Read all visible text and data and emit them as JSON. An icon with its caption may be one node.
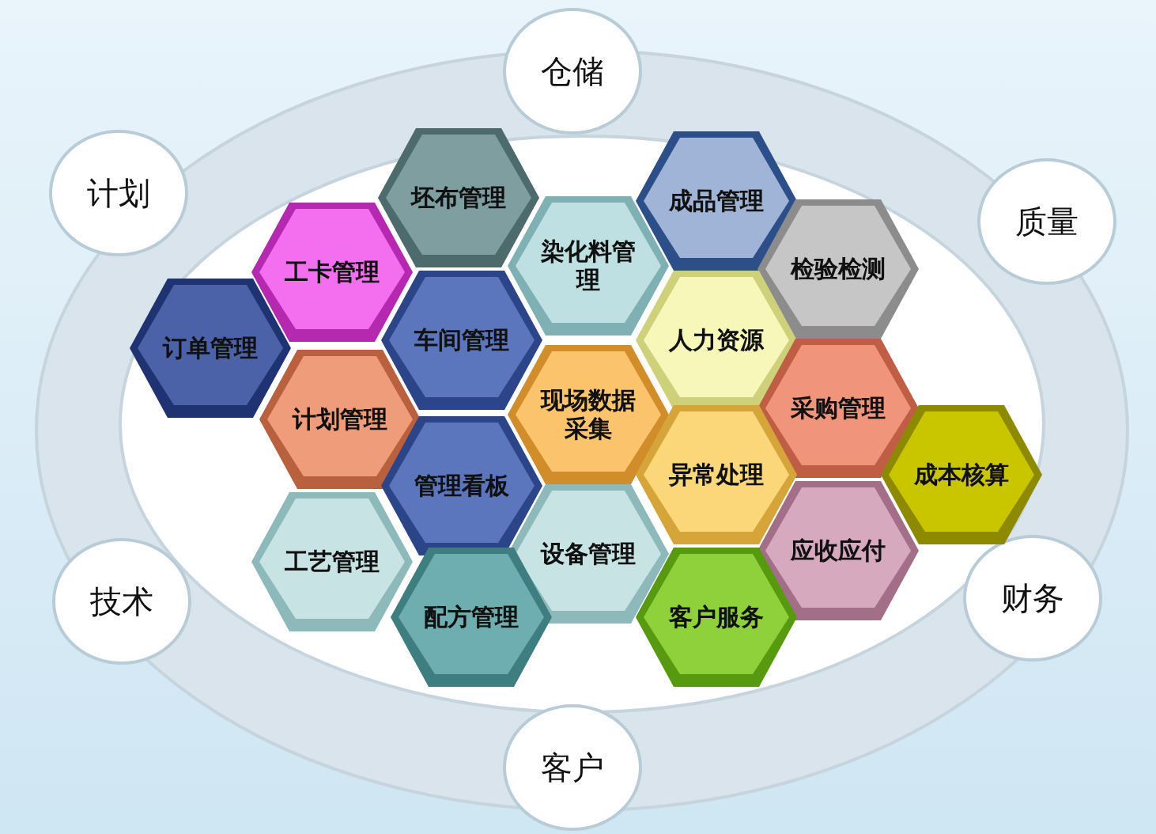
{
  "diagram": {
    "nodes": [
      {
        "text": [
          "仓储"
        ]
      },
      {
        "text": [
          "计划"
        ]
      },
      {
        "text": [
          "质量"
        ]
      },
      {
        "text": [
          "技术"
        ]
      },
      {
        "text": [
          "财务"
        ]
      },
      {
        "text": [
          "客户"
        ]
      },
      {
        "text": [
          "坯布管理"
        ]
      },
      {
        "text": [
          "成品管理"
        ]
      },
      {
        "text": [
          "工卡管理"
        ]
      },
      {
        "text": [
          "染化料管理"
        ]
      },
      {
        "text": [
          "检验检测"
        ]
      },
      {
        "text": [
          "订单管理"
        ]
      },
      {
        "text": [
          "车间管理"
        ]
      },
      {
        "text": [
          "人力资源"
        ]
      },
      {
        "text": [
          "计划管理"
        ]
      },
      {
        "text": [
          "现场数据采集"
        ]
      },
      {
        "text": [
          "采购管理"
        ]
      },
      {
        "text": [
          "成本核算"
        ]
      },
      {
        "text": [
          "异常处理"
        ]
      },
      {
        "text": [
          "管理看板"
        ]
      },
      {
        "text": [
          "工艺管理"
        ]
      },
      {
        "text": [
          "设备管理"
        ]
      },
      {
        "text": [
          "应收应付"
        ]
      },
      {
        "text": [
          "配方管理"
        ]
      },
      {
        "text": [
          "客户服务"
        ]
      }
    ]
  }
}
